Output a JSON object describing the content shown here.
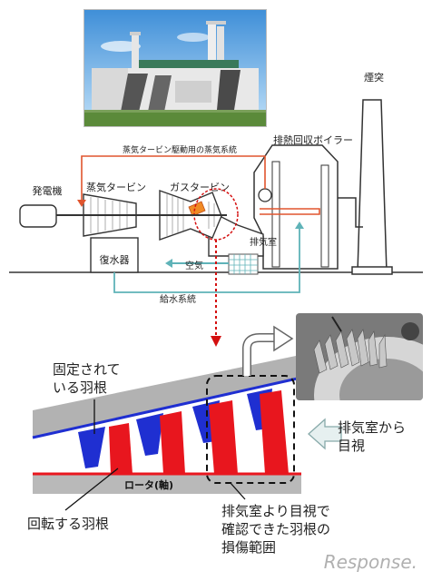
{
  "labels": {
    "chimney": "煙突",
    "steam_system": "蒸気タービン駆動用の蒸気系統",
    "hrsg": "排熱回収ボイラー",
    "generator": "発電機",
    "steam_turbine": "蒸気タービン",
    "gas_turbine": "ガスタービン",
    "condenser": "復水器",
    "exhaust_chamber": "排気室",
    "air": "空気",
    "feedwater": "給水系統",
    "fixed_blade_1": "固定されて",
    "fixed_blade_2": "いる羽根",
    "view_from_exhaust_1": "排気室から",
    "view_from_exhaust_2": "目視",
    "rotor": "ロータ(軸)",
    "rotating_blade": "回転する羽根",
    "damage_range_1": "排気室より目視で",
    "damage_range_2": "確認できた羽根の",
    "damage_range_3": "損傷範囲",
    "watermark": "Response."
  },
  "colors": {
    "steam_line": "#e0552e",
    "water_line": "#5fb3b8",
    "fixed_blade": "#1f2fd1",
    "rotating_blade": "#e8161e",
    "rotor_gray": "#b9b9b9",
    "casing_gray": "#b2b2b2",
    "dotted_arrow": "#d41010",
    "outline": "#333333"
  }
}
